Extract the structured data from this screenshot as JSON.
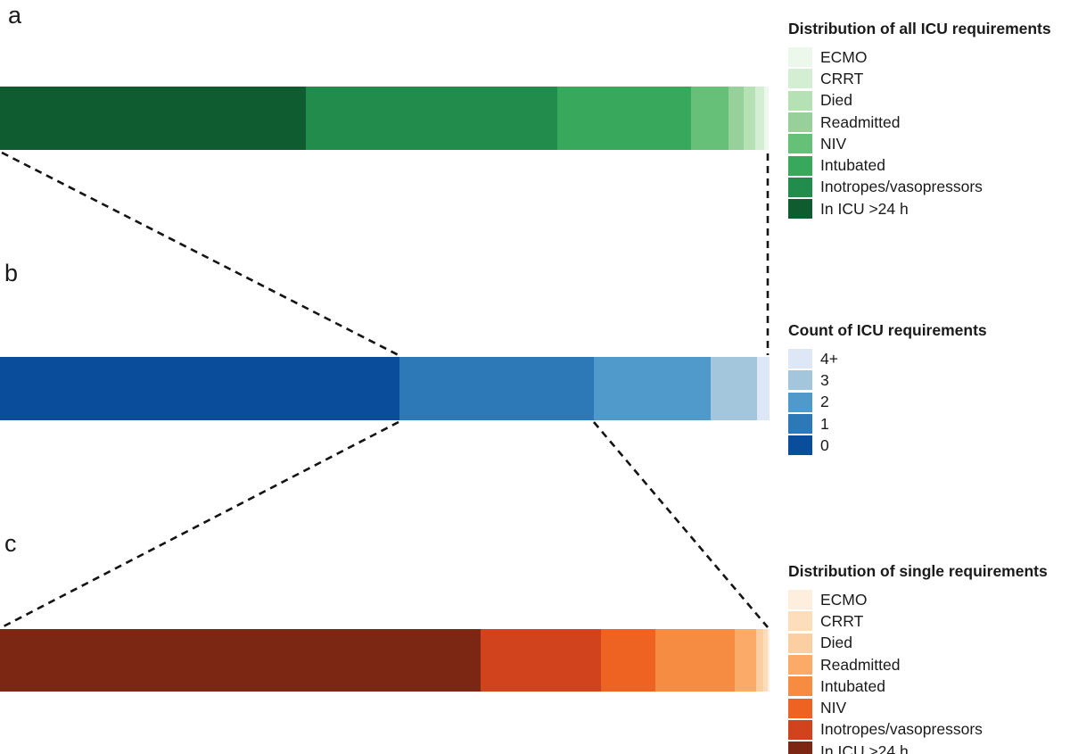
{
  "panels": [
    {
      "id": "a",
      "panel_label": "a",
      "legend_title": "Distribution of all ICU requirements",
      "segments": [
        {
          "label": "In ICU >24 h",
          "color": "#0e5c30",
          "percent": 39.8
        },
        {
          "label": "Inotropes/vasopressors",
          "color": "#218c4c",
          "percent": 32.8
        },
        {
          "label": "Intubated",
          "color": "#37a85c",
          "percent": 17.4
        },
        {
          "label": "NIV",
          "color": "#66c077",
          "percent": 4.9
        },
        {
          "label": "Readmitted",
          "color": "#97d09a",
          "percent": 1.9
        },
        {
          "label": "Died",
          "color": "#b5e1b4",
          "percent": 1.5
        },
        {
          "label": "CRRT",
          "color": "#d3eed3",
          "percent": 1.2
        },
        {
          "label": "ECMO",
          "color": "#edf8ed",
          "percent": 0.6
        }
      ]
    },
    {
      "id": "b",
      "panel_label": "b",
      "legend_title": "Count of ICU requirements",
      "segments": [
        {
          "label": "0",
          "color": "#0a4e9b",
          "percent": 51.9
        },
        {
          "label": "1",
          "color": "#2d79b8",
          "percent": 25.3
        },
        {
          "label": "2",
          "color": "#4f9aca",
          "percent": 15.2
        },
        {
          "label": "3",
          "color": "#a3c6dc",
          "percent": 6.0
        },
        {
          "label": "4+",
          "color": "#dde7f5",
          "percent": 1.6
        }
      ]
    },
    {
      "id": "c",
      "panel_label": "c",
      "legend_title": "Distribution of single requirements",
      "segments": [
        {
          "label": "In ICU >24 h",
          "color": "#7c2713",
          "percent": 62.5
        },
        {
          "label": "Inotropes/vasopressors",
          "color": "#d0431d",
          "percent": 15.6
        },
        {
          "label": "NIV",
          "color": "#ee6322",
          "percent": 7.1
        },
        {
          "label": "Intubated",
          "color": "#f68b42",
          "percent": 10.3
        },
        {
          "label": "Readmitted",
          "color": "#fbab67",
          "percent": 2.8
        },
        {
          "label": "Died",
          "color": "#fccfa2",
          "percent": 0.9
        },
        {
          "label": "CRRT",
          "color": "#fcddbc",
          "percent": 0.6
        },
        {
          "label": "ECMO",
          "color": "#fdeedd",
          "percent": 0.2
        }
      ]
    }
  ],
  "chart_data": [
    {
      "type": "bar",
      "orientation": "horizontal-stacked",
      "panel": "a",
      "title": "Distribution of all ICU requirements",
      "categories": [
        "In ICU >24 h",
        "Inotropes/vasopressors",
        "Intubated",
        "NIV",
        "Readmitted",
        "Died",
        "CRRT",
        "ECMO"
      ],
      "values_percent": [
        39.8,
        32.8,
        17.4,
        4.9,
        1.9,
        1.5,
        1.2,
        0.6
      ],
      "colors": [
        "#0e5c30",
        "#218c4c",
        "#37a85c",
        "#66c077",
        "#97d09a",
        "#b5e1b4",
        "#d3eed3",
        "#edf8ed"
      ],
      "legend_order_top_to_bottom": [
        "ECMO",
        "CRRT",
        "Died",
        "Readmitted",
        "NIV",
        "Intubated",
        "Inotropes/vasopressors",
        "In ICU >24 h"
      ],
      "legend_position": "right",
      "axes_shown": false
    },
    {
      "type": "bar",
      "orientation": "horizontal-stacked",
      "panel": "b",
      "title": "Count of ICU requirements",
      "categories": [
        "0",
        "1",
        "2",
        "3",
        "4+"
      ],
      "values_percent": [
        51.9,
        25.3,
        15.2,
        6.0,
        1.6
      ],
      "colors": [
        "#0a4e9b",
        "#2d79b8",
        "#4f9aca",
        "#a3c6dc",
        "#dde7f5"
      ],
      "legend_order_top_to_bottom": [
        "4+",
        "3",
        "2",
        "1",
        "0"
      ],
      "legend_position": "right",
      "axes_shown": false
    },
    {
      "type": "bar",
      "orientation": "horizontal-stacked",
      "panel": "c",
      "title": "Distribution of single requirements",
      "categories": [
        "In ICU >24 h",
        "Inotropes/vasopressors",
        "NIV",
        "Intubated",
        "Readmitted",
        "Died",
        "CRRT",
        "ECMO"
      ],
      "values_percent": [
        62.5,
        15.6,
        7.1,
        10.3,
        2.8,
        0.9,
        0.6,
        0.2
      ],
      "colors": [
        "#7c2713",
        "#d0431d",
        "#ee6322",
        "#f68b42",
        "#fbab67",
        "#fccfa2",
        "#fcddbc",
        "#fdeedd"
      ],
      "legend_order_top_to_bottom": [
        "ECMO",
        "CRRT",
        "Died",
        "Readmitted",
        "Intubated",
        "NIV",
        "Inotropes/vasopressors",
        "In ICU >24 h"
      ],
      "legend_position": "right",
      "axes_shown": false
    }
  ],
  "annotations": {
    "dashed_connectors": [
      "bar a expands the count>=1 portion of bar b",
      "the count=1 segment of bar b expands into bar c"
    ]
  }
}
